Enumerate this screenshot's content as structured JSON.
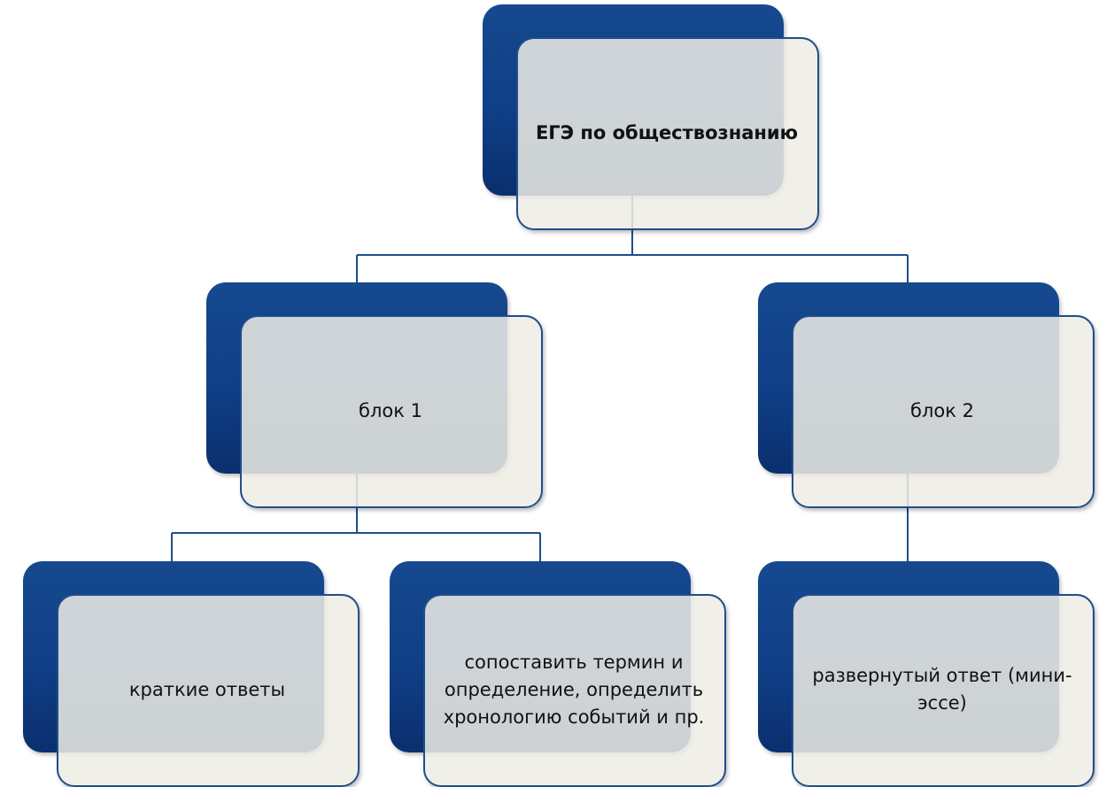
{
  "root": {
    "label": "ЕГЭ по обществознанию"
  },
  "block1": {
    "label": "блок 1",
    "children": [
      {
        "label": "краткие ответы"
      },
      {
        "label": "сопоставить термин и определение, определить хронологию событий и пр."
      }
    ]
  },
  "block2": {
    "label": "блок 2",
    "children": [
      {
        "label": "развернутый ответ (мини-эссе)"
      }
    ]
  },
  "colors": {
    "back_box": "#0f3f87",
    "front_box": "#eeece4",
    "connector": "#1f4e8c"
  }
}
